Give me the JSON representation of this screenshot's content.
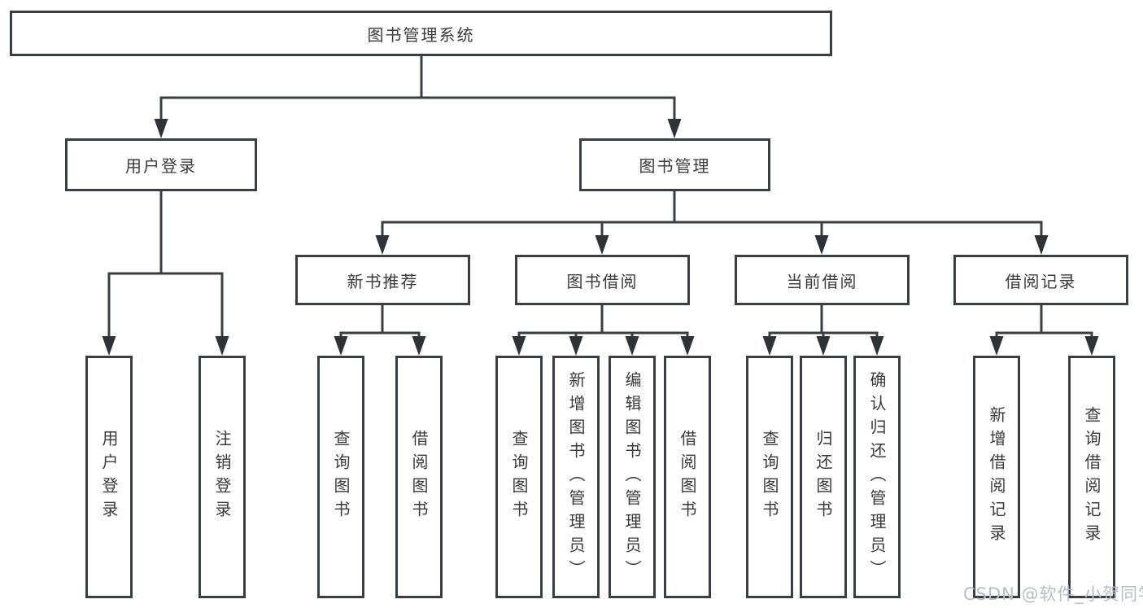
{
  "diagram_title": "图书管理系统",
  "tree": {
    "label": "图书管理系统",
    "children": [
      {
        "label": "用户登录",
        "children": [
          {
            "label": "用户登录"
          },
          {
            "label": "注销登录"
          }
        ]
      },
      {
        "label": "图书管理",
        "children": [
          {
            "label": "新书推荐",
            "children": [
              {
                "label": "查询图书"
              },
              {
                "label": "借阅图书"
              }
            ]
          },
          {
            "label": "图书借阅",
            "children": [
              {
                "label": "查询图书"
              },
              {
                "label": "新增图书（管理员）"
              },
              {
                "label": "编辑图书（管理员）"
              },
              {
                "label": "借阅图书"
              }
            ]
          },
          {
            "label": "当前借阅",
            "children": [
              {
                "label": "查询图书"
              },
              {
                "label": "归还图书"
              },
              {
                "label": "确认归还（管理员）"
              }
            ]
          },
          {
            "label": "借阅记录",
            "children": [
              {
                "label": "新增借阅记录"
              },
              {
                "label": "查询借阅记录"
              }
            ]
          }
        ]
      }
    ]
  },
  "watermark": "CSDN @软件_小贺同学",
  "colors": {
    "line": "#3a3d42",
    "node_border": "#3a3d42",
    "text": "#3a3a3a",
    "watermark": "#b7bdc7",
    "background": "#ffffff"
  }
}
